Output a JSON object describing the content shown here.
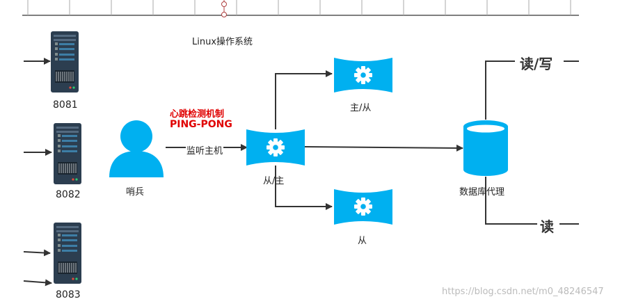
{
  "title": "Linux操作系统",
  "servers": [
    {
      "port": "8081"
    },
    {
      "port": "8082"
    },
    {
      "port": "8083"
    }
  ],
  "sentinel": {
    "label": "哨兵",
    "heartbeat": "心跳检测机制",
    "ping_pong": "PING-PONG",
    "monitor": "监听主机"
  },
  "nodes": {
    "top": "主/从",
    "center": "从/主",
    "bottom": "从"
  },
  "proxy": {
    "label": "数据库代理",
    "read_write": "读/写",
    "read": "读"
  },
  "watermark": "https://blog.csdn.net/m0_48246547",
  "colors": {
    "accent": "#00b0f0",
    "server": "#2c3e50",
    "heartbeat": "#e00000",
    "line": "#333333"
  }
}
